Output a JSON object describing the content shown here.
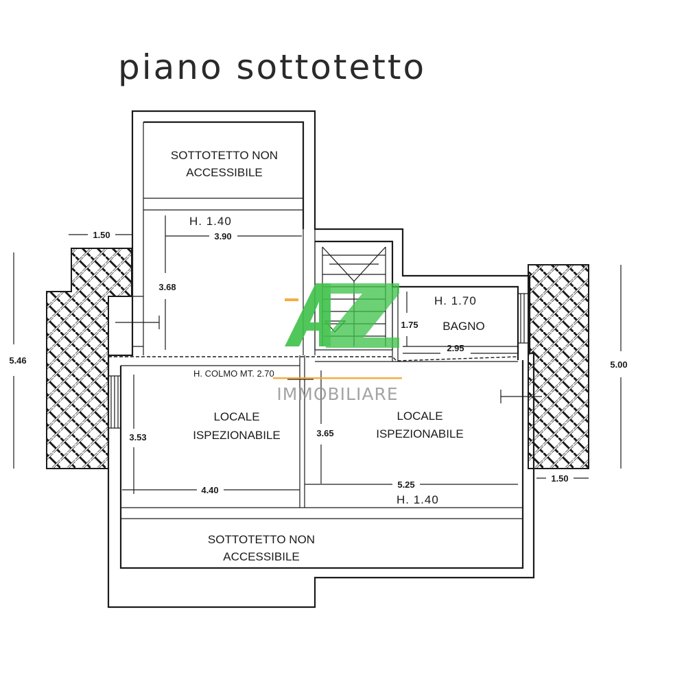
{
  "title": "piano sottotetto",
  "rooms": {
    "top_attic_line1": "SOTTOTETTO NON",
    "top_attic_line2": "ACCESSIBILE",
    "left_room_line1": "LOCALE",
    "left_room_line2": "ISPEZIONABILE",
    "right_room_line1": "LOCALE",
    "right_room_line2": "ISPEZIONABILE",
    "bathroom": "BAGNO",
    "bottom_attic_line1": "SOTTOTETTO NON",
    "bottom_attic_line2": "ACCESSIBILE"
  },
  "heights": {
    "top_room": "H. 1.40",
    "bathroom": "H. 1.70",
    "bottom_right": "H. 1.40",
    "ridge": "H. COLMO MT. 2.70"
  },
  "dimensions": {
    "left_terrace_width": "1.50",
    "top_room_width": "3.90",
    "top_room_depth": "3.68",
    "left_overall": "5.46",
    "bathroom_depth": "1.75",
    "bathroom_width": "2.95",
    "right_overall": "5.00",
    "left_room_depth": "3.53",
    "right_room_depth": "3.65",
    "left_room_width": "4.40",
    "right_room_width": "5.25",
    "right_terrace_width": "1.50"
  },
  "watermark": {
    "logo": "AZ",
    "text": "IMMOBILIARE",
    "color_green": "#3fc24a",
    "color_orange": "#f2a531",
    "color_gray": "#8f8f8f"
  }
}
